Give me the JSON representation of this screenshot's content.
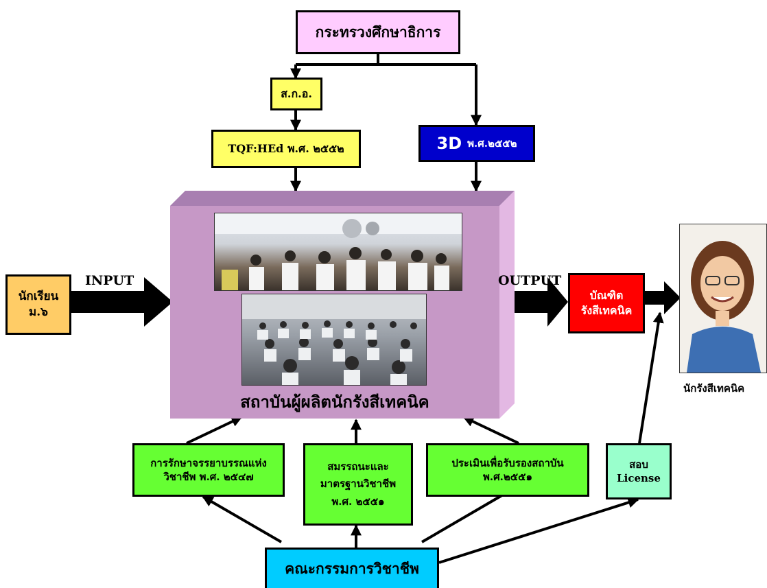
{
  "ministry": "กระทรวงศึกษาธิการ",
  "ohec": "ส.ก.อ.",
  "tqf": "TQF:HEd พ.ศ. ๒๕๕๒",
  "threed": {
    "big": "3D",
    "small": "พ.ศ.๒๕๕๒"
  },
  "input_label": "INPUT",
  "output_label": "OUTPUT",
  "student": {
    "line1": "นักเรียน",
    "line2": "ม.๖"
  },
  "graduate": {
    "line1": "บัณฑิต",
    "line2": "รังสีเทคนิค"
  },
  "institution": "สถาบันผู้ผลิตนักรังสีเทคนิค",
  "technologist": "นักรังสีเทคนิค",
  "ethics": {
    "line1": "การรักษาจรรยาบรรณแห่ง",
    "line2": "วิชาชีพ พ.ศ. ๒๕๔๗"
  },
  "competency": {
    "line1": "สมรรถนะและ",
    "line2": "มาตรฐานวิชาชีพ",
    "line3": "พ.ศ. ๒๕๕๑"
  },
  "accreditation": {
    "line1": "ประเมินเพื่อรับรองสถาบัน",
    "line2": "พ.ศ.๒๕๕๑"
  },
  "license": {
    "line1": "สอบ",
    "line2": "License"
  },
  "council": "คณะกรรมการวิชาชีพ",
  "colors": {
    "ministry": "#ffccff",
    "ohec": "#ffff66",
    "threed": "#0000cc",
    "student": "#ffcc66",
    "graduate": "#ff0000",
    "standards": "#66ff33",
    "license": "#99ffcc",
    "council": "#00ccff",
    "institution": "#cc99cc"
  },
  "icons": [
    "classroom-photo",
    "lecture-photo",
    "technologist-portrait-photo"
  ]
}
